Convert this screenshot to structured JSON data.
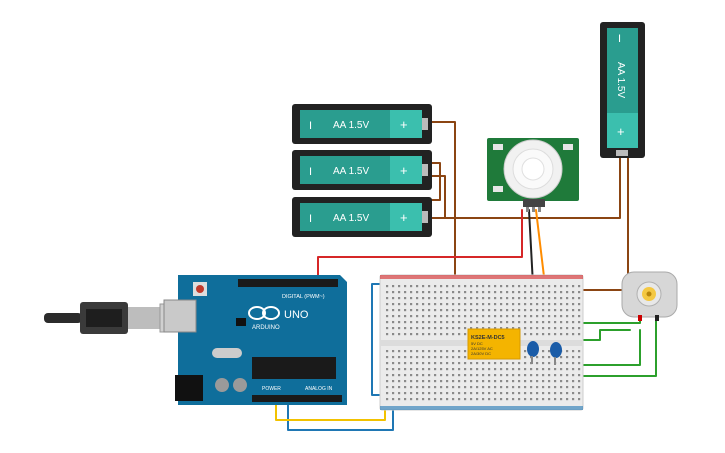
{
  "batteries": {
    "label": "AA 1.5V",
    "minus": "I",
    "plus": "+"
  },
  "arduino": {
    "brand": "ARDUINO",
    "model": "UNO",
    "digital_label": "DIGITAL (PWM~)",
    "power_label": "POWER",
    "analog_label": "ANALOG IN"
  },
  "relay": {
    "model": "KS2E-M-DC5",
    "line1": "5V DC",
    "line2": "2A/125V AC",
    "line3": "2A/30V DC"
  },
  "colors": {
    "battery": "#2a9d8f",
    "arduino": "#0f6e9b",
    "pir": "#1f7a3a",
    "relay": "#f4b400",
    "capacitor": "#1a5ca8",
    "wire_red": "#d62728",
    "wire_brown": "#8b4513",
    "wire_green": "#2ca02c",
    "wire_blue": "#1f77b4",
    "wire_yellow": "#f2c200",
    "wire_black": "#222222",
    "wire_orange": "#ff8c00"
  }
}
